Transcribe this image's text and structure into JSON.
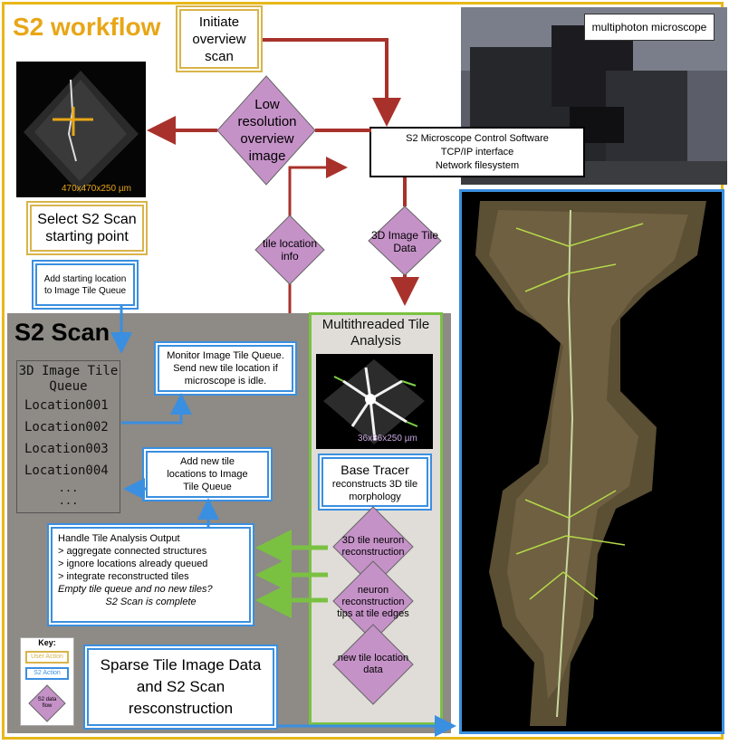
{
  "title": "S2 workflow",
  "user_actions": {
    "initiate": "Initiate overview scan",
    "select": "Select S2 Scan starting point"
  },
  "overview": {
    "diamond": "Low resolution overview image",
    "size_label": "470x470x250 µm"
  },
  "microscope_label": "multiphoton microscope",
  "control_box": {
    "line1": "S2 Microscope Control Software",
    "line2": "TCP/IP interface",
    "line3": "Network filesystem"
  },
  "flow_diamonds": {
    "tile_location": "tile location info",
    "tile_data": "3D Image Tile Data"
  },
  "add_start": "Add starting location to Image Tile Queue",
  "scan": {
    "title": "S2 Scan",
    "queue_title": "3D Image Tile Queue",
    "locations": [
      "Location001",
      "Location002",
      "Location003",
      "Location004"
    ],
    "dots": [
      "...",
      "..."
    ],
    "monitor": "Monitor Image Tile Queue. Send new tile location if microscope is idle.",
    "add_new": "Add new tile locations to Image Tile Queue",
    "handle": {
      "heading": "Handle Tile Analysis Output",
      "items": [
        "> aggregate connected structures",
        "> ignore locations already queued",
        "> integrate reconstructed tiles"
      ],
      "question": "Empty tile queue and no new tiles?",
      "complete": "S2 Scan is complete"
    }
  },
  "analysis": {
    "title": "Multithreaded Tile Analysis",
    "cell_label": "36x36x250 µm",
    "base_tracer_title": "Base Tracer",
    "base_tracer_desc": "reconstructs 3D tile morphology",
    "outputs": [
      "3D tile neuron reconstruction",
      "neuron reconstruction tips at tile edges",
      "new tile location data"
    ]
  },
  "key": {
    "title": "Key:",
    "user": "User Action",
    "s2": "S2 Action",
    "flow": "S2 data flow"
  },
  "sparse": "Sparse Tile Image Data and S2 Scan resconstruction",
  "colors": {
    "user_action": "#d9b44a",
    "s2_action": "#3a8fe0",
    "data_flow": "#c592c8",
    "flow_arrow": "#a8322b",
    "analysis_arrow": "#7ac142",
    "title": "#e8a616"
  }
}
